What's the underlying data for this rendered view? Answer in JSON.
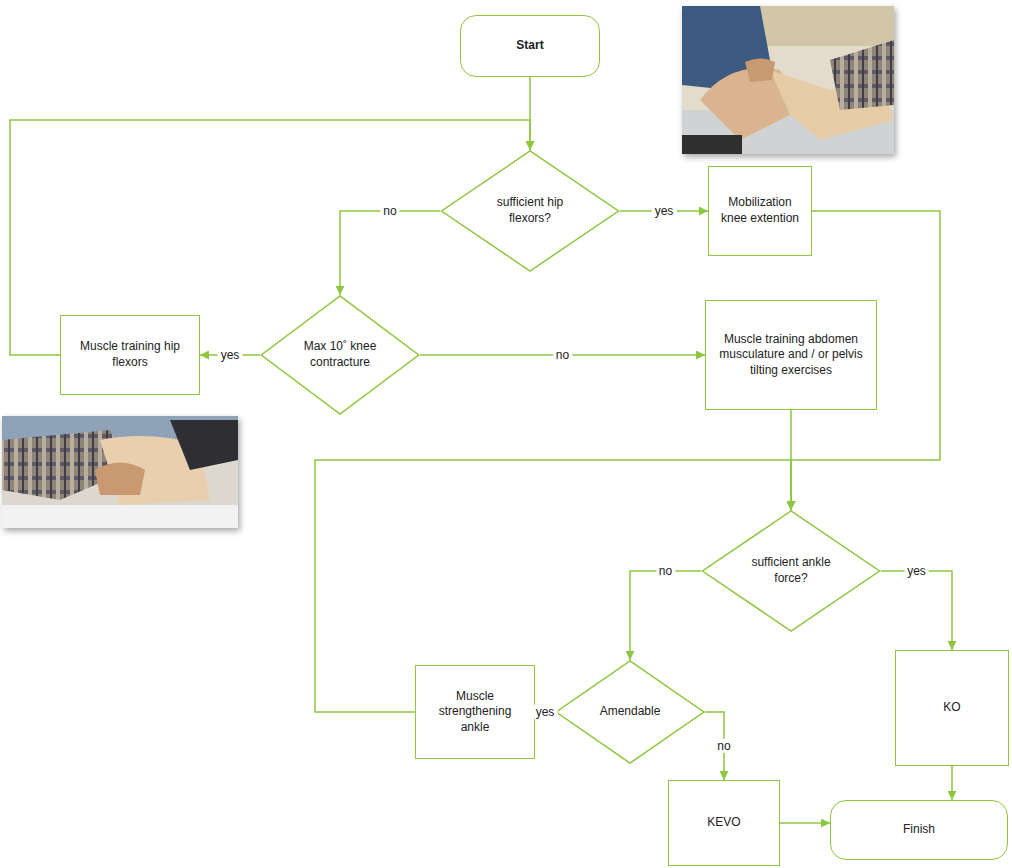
{
  "diagram": {
    "nodes": [
      {
        "text": [
          "Start"
        ]
      },
      {
        "text": [
          "sufficient hip flexors?"
        ]
      },
      {
        "text": [
          "Mobilization knee extention"
        ]
      },
      {
        "text": [
          "Max 10˚ knee contracture"
        ]
      },
      {
        "text": [
          "Muscle training hip flexors"
        ]
      },
      {
        "text": [
          "Muscle training abdomen musculature and / or pelvis tilting exercises"
        ]
      },
      {
        "text": [
          "sufficient ankle force?"
        ]
      },
      {
        "text": [
          "Amendable"
        ]
      },
      {
        "text": [
          "Muscle strengthening ankle"
        ]
      },
      {
        "text": [
          "KO"
        ]
      },
      {
        "text": [
          "KEVO"
        ]
      },
      {
        "text": [
          "Finish"
        ]
      }
    ],
    "edges": [
      {
        "from": 0,
        "to": 1,
        "arrow": "to"
      },
      {
        "from": 1,
        "to": 2,
        "label": "yes",
        "arrow": "to"
      },
      {
        "from": 1,
        "to": 3,
        "label": "no",
        "arrow": "to"
      },
      {
        "from": 3,
        "to": 4,
        "label": "yes",
        "arrow": "to"
      },
      {
        "from": 3,
        "to": 5,
        "label": "no",
        "arrow": "to"
      },
      {
        "from": 4,
        "to": 1,
        "arrow": "to"
      },
      {
        "from": 2,
        "to": 6,
        "arrow": "to"
      },
      {
        "from": 5,
        "to": 6,
        "arrow": "to"
      },
      {
        "from": 6,
        "to": 7,
        "label": "no",
        "arrow": "to"
      },
      {
        "from": 6,
        "to": 9,
        "label": "yes",
        "arrow": "to"
      },
      {
        "from": 7,
        "to": 8,
        "label": "yes",
        "arrow": "to"
      },
      {
        "from": 7,
        "to": 10,
        "label": "no",
        "arrow": "to"
      },
      {
        "from": 8,
        "to": 6,
        "arrow": "to"
      },
      {
        "from": 9,
        "to": 11,
        "arrow": "to"
      },
      {
        "from": 10,
        "to": 11,
        "arrow": "to"
      }
    ]
  }
}
